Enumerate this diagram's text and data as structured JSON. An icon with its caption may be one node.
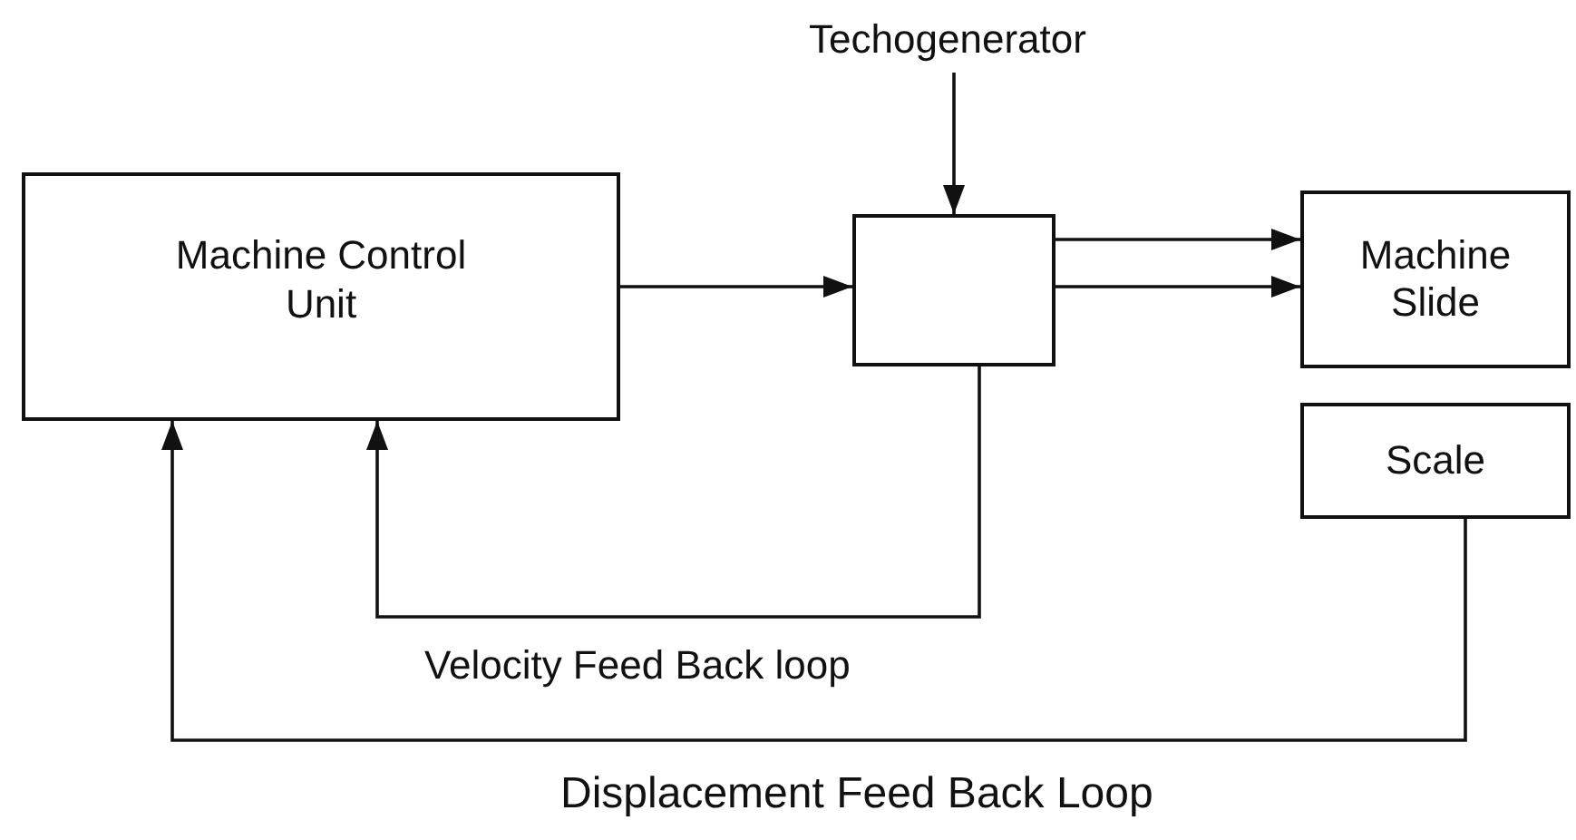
{
  "diagram": {
    "nodes": [
      {
        "text": [
          "Machine Control Unit"
        ]
      },
      {
        "text": [
          "Techogenerator"
        ]
      },
      {
        "text": [],
        "shape": "box"
      },
      {
        "text": [
          "Machine Slide"
        ]
      },
      {
        "text": [
          "Scale"
        ]
      }
    ],
    "edges": [
      {
        "from": 1,
        "to": 2,
        "arrow": "to"
      },
      {
        "from": 0,
        "to": 2,
        "arrow": "to"
      },
      {
        "from": 2,
        "to": 3,
        "arrow": "to"
      },
      {
        "from": 2,
        "to": 3,
        "arrow": "to"
      },
      {
        "from": 2,
        "to": 0,
        "arrow": "to",
        "label": "Velocity Feed Back loop"
      },
      {
        "from": 4,
        "to": 0,
        "arrow": "to",
        "label": "Displacement Feed Back Loop"
      }
    ]
  }
}
